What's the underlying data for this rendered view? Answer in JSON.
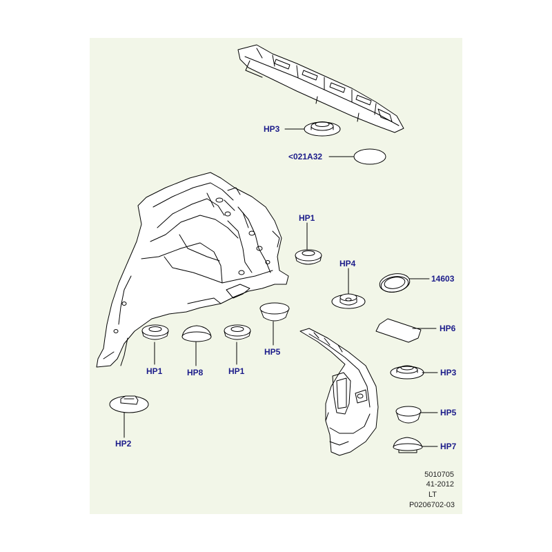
{
  "callouts": {
    "hp3_top": "HP3",
    "code_021a32": "<021A32",
    "hp1_right": "HP1",
    "hp4": "HP4",
    "part_14603": "14603",
    "hp6": "HP6",
    "hp3_right": "HP3",
    "hp5_right": "HP5",
    "hp7": "HP7",
    "hp5_center": "HP5",
    "hp1_left": "HP1",
    "hp8": "HP8",
    "hp1_mid": "HP1",
    "hp2": "HP2"
  },
  "footer": {
    "line1": "5010705",
    "line2": "41-2012",
    "line3": "LT",
    "line4": "P0206702-03"
  },
  "colors": {
    "panel": "#f2f6e8",
    "label": "#1c1c8a",
    "stroke": "#000000"
  }
}
